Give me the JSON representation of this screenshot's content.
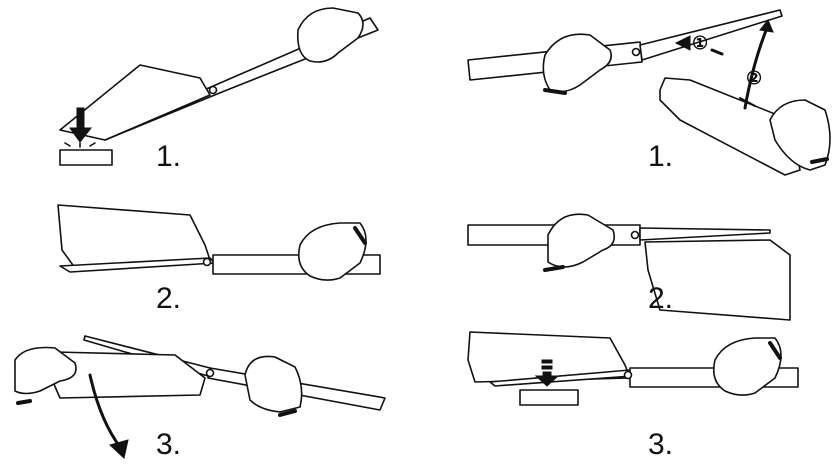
{
  "left_column": {
    "steps": [
      {
        "label": "1."
      },
      {
        "label": "2."
      },
      {
        "label": "3."
      }
    ]
  },
  "right_column": {
    "steps": [
      {
        "label": "1.",
        "markers": [
          "①",
          "②"
        ]
      },
      {
        "label": "2."
      },
      {
        "label": "3."
      }
    ]
  }
}
